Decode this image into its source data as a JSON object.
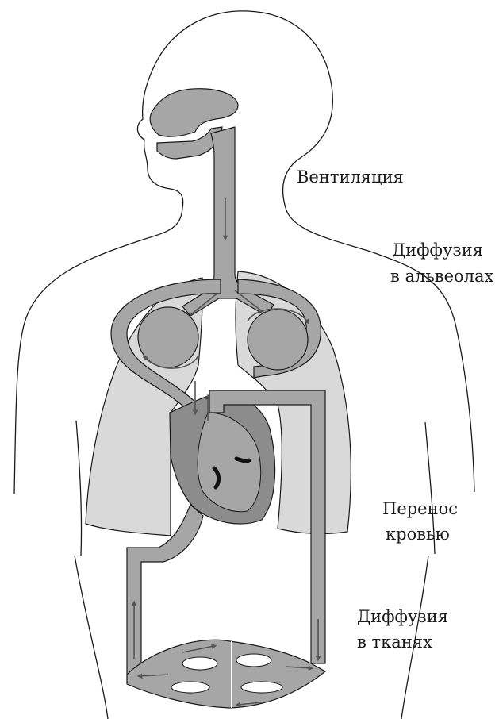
{
  "labels": {
    "ventilation": "Вентиляция",
    "alveolar_diffusion": [
      "Диффузия",
      "в альвеолах"
    ],
    "blood_transport": [
      "Перенос",
      "кровью"
    ],
    "tissue_diffusion": [
      "Диффузия",
      "в тканях"
    ]
  },
  "colors": {
    "outline": "#1a1a1a",
    "lung_fill": "#d9d9d9",
    "vessel_fill": "#a6a6a6",
    "heart_fill": "#8c8c8c",
    "arrow": "#555555",
    "valve": "#111111"
  }
}
